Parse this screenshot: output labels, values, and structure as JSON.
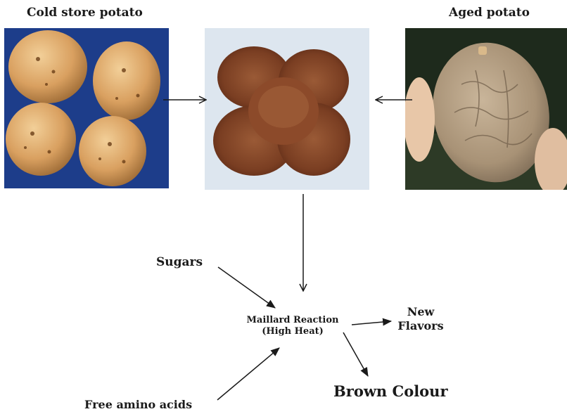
{
  "photos": {
    "cold_store": {
      "label": "Cold store potato"
    },
    "fried_chips": {
      "label": ""
    },
    "aged": {
      "label": "Aged potato"
    }
  },
  "reaction": {
    "title_line1": "Maillard Reaction",
    "title_line2": "(High Heat)"
  },
  "inputs": {
    "sugars": "Sugars",
    "amino_acids": "Free amino acids"
  },
  "outputs": {
    "flavors_line1": "New",
    "flavors_line2": "Flavors",
    "colour": "Brown Colour"
  },
  "colors": {
    "arrow": "#1a1a1a",
    "potato_bg": "#1d3d8a",
    "chips_bg": "#dde6ef",
    "aged_bg": "#1e2a1c"
  }
}
